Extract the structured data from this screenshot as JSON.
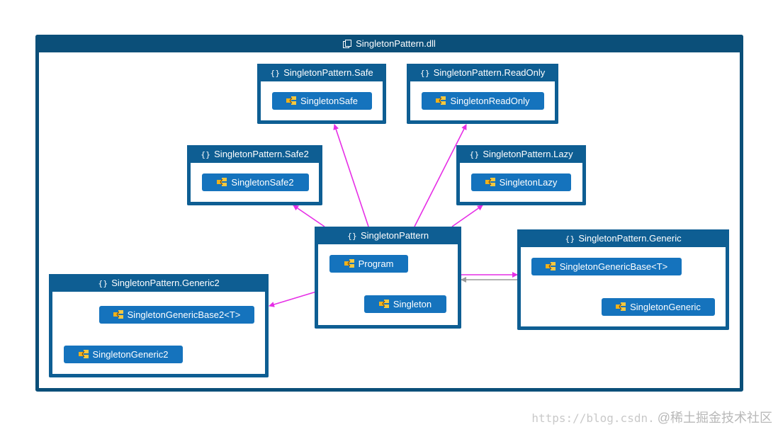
{
  "assembly": {
    "label": "SingletonPattern.dll",
    "icon": "assembly-icon"
  },
  "namespaces": {
    "safe": {
      "label": "SingletonPattern.Safe",
      "classes": [
        "SingletonSafe"
      ]
    },
    "readonly": {
      "label": "SingletonPattern.ReadOnly",
      "classes": [
        "SingletonReadOnly"
      ]
    },
    "safe2": {
      "label": "SingletonPattern.Safe2",
      "classes": [
        "SingletonSafe2"
      ]
    },
    "lazy": {
      "label": "SingletonPattern.Lazy",
      "classes": [
        "SingletonLazy"
      ]
    },
    "main": {
      "label": "SingletonPattern",
      "classes": [
        "Program",
        "Singleton"
      ]
    },
    "generic": {
      "label": "SingletonPattern.Generic",
      "classes": [
        "SingletonGenericBase<T>",
        "SingletonGeneric"
      ]
    },
    "generic2": {
      "label": "SingletonPattern.Generic2",
      "classes": [
        "SingletonGenericBase2<T>",
        "SingletonGeneric2"
      ]
    }
  },
  "icons": {
    "namespace": "namespace-braces-icon",
    "class": "class-icon"
  },
  "colors": {
    "assembly": "#0b4f79",
    "namespace": "#0e5e93",
    "class": "#1573bd",
    "dependency": "#e62ee6",
    "inheritance": "#2aa52a",
    "reference": "#999999"
  },
  "watermark": {
    "url": "https://blog.csdn.",
    "text": "@稀土掘金技术社区"
  }
}
